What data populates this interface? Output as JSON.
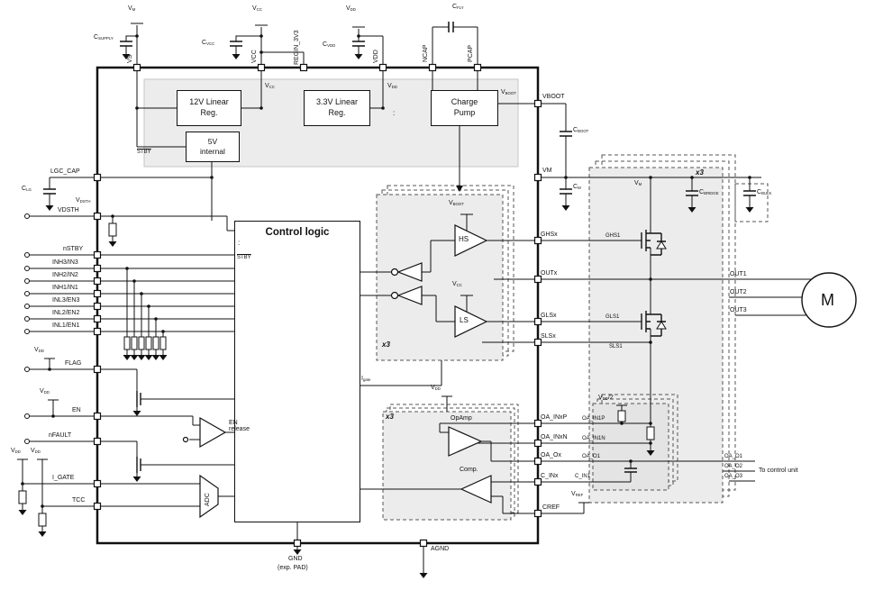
{
  "nets": {
    "vm": {
      "b": "V",
      "s": "M"
    },
    "vcc": {
      "b": "V",
      "s": "CC"
    },
    "vdd": {
      "b": "V",
      "s": "DD"
    },
    "vboot": {
      "b": "V",
      "s": "BOOT"
    },
    "vdsth": {
      "b": "V",
      "s": "DSTH"
    },
    "vref": {
      "b": "V",
      "s": "REF"
    },
    "vdd_half": {
      "b": "V",
      "s": "DD",
      "x": "/2"
    },
    "igate": {
      "b": "I",
      "s": "gate"
    }
  },
  "caps": {
    "supply": {
      "b": "C",
      "s": "SUPPLY"
    },
    "vcc": {
      "b": "C",
      "s": "VCC"
    },
    "vdd": {
      "b": "C",
      "s": "VDD"
    },
    "fly": {
      "b": "C",
      "s": "FLY"
    },
    "boot": {
      "b": "C",
      "s": "BOOT"
    },
    "m": {
      "b": "C",
      "s": "M"
    },
    "bridge": {
      "b": "C",
      "s": "BRIDGE"
    },
    "bulk": {
      "b": "C",
      "s": "BULK"
    },
    "lg": {
      "b": "C",
      "s": "LG"
    },
    "cin": {
      "b": "C",
      "s": "IN1"
    }
  },
  "blocks": {
    "reg12": {
      "l1": "12V Linear",
      "l2": "Reg."
    },
    "reg33": {
      "l1": "3.3V Linear",
      "l2": "Reg."
    },
    "charge_pump": {
      "l1": "Charge",
      "l2": "Pump"
    },
    "int5v": {
      "l1": "5V",
      "l2": "internal"
    },
    "control_logic": "Control logic",
    "hs": "HS",
    "ls": "LS",
    "opamp": "OpAmp",
    "comp": "Comp.",
    "adc": "ADC",
    "x3": "x3",
    "stby": "STBY",
    "en_release": {
      "l1": "EN",
      "l2": "release"
    }
  },
  "pins": {
    "top": [
      "VS",
      "VCC",
      "REGIN_3V3",
      "VDD",
      "NCAP",
      "PCAP"
    ],
    "right": [
      "VBOOT",
      "VM",
      "GHSx",
      "OUTx",
      "GLSx",
      "SLSx",
      "OA_INxP",
      "OA_INxN",
      "OA_Ox",
      "C_INx",
      "CREF"
    ],
    "left": [
      "LGC_CAP",
      "VDSTH",
      "nSTBY",
      "INH3/IN3",
      "INH2/IN2",
      "INH1/IN1",
      "INL3/EN3",
      "INL2/EN2",
      "INL1/EN1",
      "FLAG",
      "EN",
      "nFAULT",
      "I_GATE",
      "TCC"
    ],
    "bottom": {
      "gnd": "GND",
      "gnd_note": "(exp. PAD)",
      "agnd": "AGND"
    }
  },
  "power_stage": {
    "ghs1": "GHS1",
    "gls1": "GLS1",
    "sls1": "SLS1",
    "out1": "OUT1",
    "out2": "OUT2",
    "out3": "OUT3",
    "motor": "M"
  },
  "sense": {
    "oa_in1p": "OA_IN1P",
    "oa_in1n": "OA_IN1N",
    "oa_o1_small": "OA_O1",
    "c_in1": "C_IN1",
    "oa_o1": "OA_O1",
    "oa_o2": "OA_O2",
    "oa_o3": "OA_O3",
    "to_control_unit": "To control unit"
  },
  "misc": {
    "colon": ":"
  }
}
